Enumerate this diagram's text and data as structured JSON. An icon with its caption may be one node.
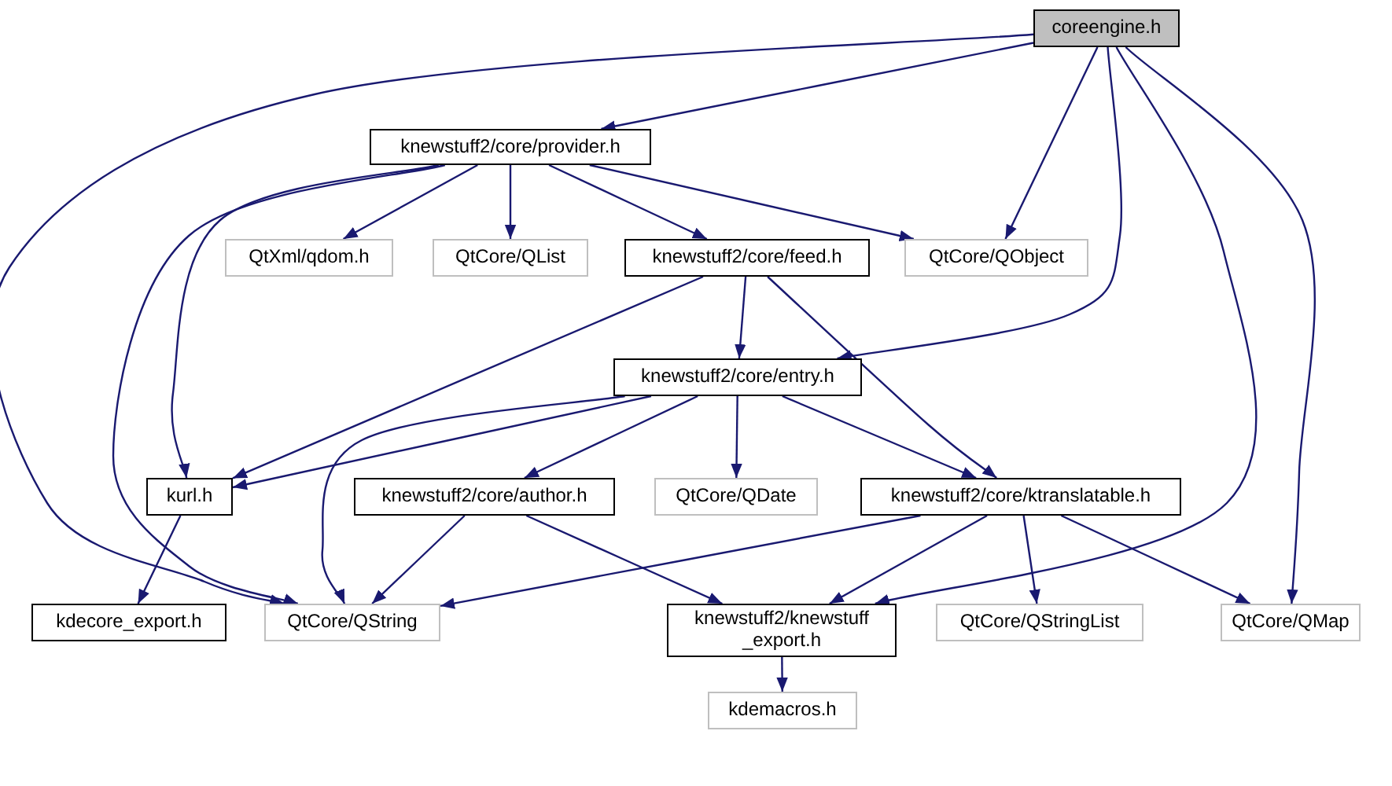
{
  "diagram": {
    "nodes": [
      {
        "text": [
          "coreengine.h"
        ]
      },
      {
        "text": [
          "knewstuff2/core/provider.h"
        ]
      },
      {
        "text": [
          "QtXml/qdom.h"
        ]
      },
      {
        "text": [
          "QtCore/QList"
        ]
      },
      {
        "text": [
          "knewstuff2/core/feed.h"
        ]
      },
      {
        "text": [
          "QtCore/QObject"
        ]
      },
      {
        "text": [
          "knewstuff2/core/entry.h"
        ]
      },
      {
        "text": [
          "kurl.h"
        ]
      },
      {
        "text": [
          "knewstuff2/core/author.h"
        ]
      },
      {
        "text": [
          "QtCore/QDate"
        ]
      },
      {
        "text": [
          "knewstuff2/core/ktranslatable.h"
        ]
      },
      {
        "text": [
          "kdecore_export.h"
        ]
      },
      {
        "text": [
          "QtCore/QString"
        ]
      },
      {
        "text": [
          "knewstuff2/knewstuff _export.h"
        ]
      },
      {
        "text": [
          "QtCore/QStringList"
        ]
      },
      {
        "text": [
          "QtCore/QMap"
        ]
      },
      {
        "text": [
          "kdemacros.h"
        ]
      }
    ],
    "edges": [
      {
        "from": 0,
        "to": 1,
        "arrow": "to"
      },
      {
        "from": 0,
        "to": 12,
        "arrow": "to"
      },
      {
        "from": 0,
        "to": 5,
        "arrow": "to"
      },
      {
        "from": 0,
        "to": 6,
        "arrow": "to"
      },
      {
        "from": 0,
        "to": 13,
        "arrow": "to"
      },
      {
        "from": 0,
        "to": 15,
        "arrow": "to"
      },
      {
        "from": 1,
        "to": 2,
        "arrow": "to"
      },
      {
        "from": 1,
        "to": 3,
        "arrow": "to"
      },
      {
        "from": 1,
        "to": 4,
        "arrow": "to"
      },
      {
        "from": 1,
        "to": 5,
        "arrow": "to"
      },
      {
        "from": 1,
        "to": 7,
        "arrow": "to"
      },
      {
        "from": 1,
        "to": 12,
        "arrow": "to"
      },
      {
        "from": 4,
        "to": 6,
        "arrow": "to"
      },
      {
        "from": 4,
        "to": 7,
        "arrow": "to"
      },
      {
        "from": 4,
        "to": 10,
        "arrow": "to"
      },
      {
        "from": 6,
        "to": 7,
        "arrow": "to"
      },
      {
        "from": 6,
        "to": 12,
        "arrow": "to"
      },
      {
        "from": 6,
        "to": 8,
        "arrow": "to"
      },
      {
        "from": 6,
        "to": 9,
        "arrow": "to"
      },
      {
        "from": 6,
        "to": 10,
        "arrow": "to"
      },
      {
        "from": 7,
        "to": 11,
        "arrow": "to"
      },
      {
        "from": 8,
        "to": 12,
        "arrow": "to"
      },
      {
        "from": 8,
        "to": 13,
        "arrow": "to"
      },
      {
        "from": 10,
        "to": 12,
        "arrow": "to"
      },
      {
        "from": 10,
        "to": 13,
        "arrow": "to"
      },
      {
        "from": 10,
        "to": 14,
        "arrow": "to"
      },
      {
        "from": 10,
        "to": 15,
        "arrow": "to"
      },
      {
        "from": 13,
        "to": 16,
        "arrow": "to"
      }
    ]
  }
}
